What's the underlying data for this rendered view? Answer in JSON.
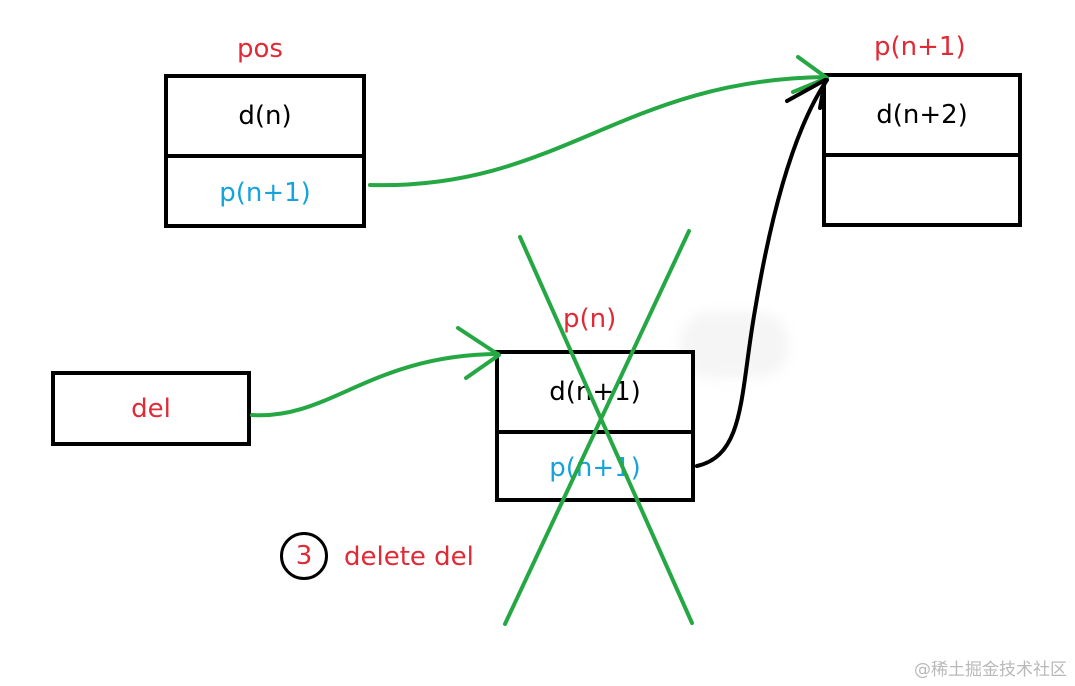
{
  "nodes": {
    "pos": {
      "name": "pos",
      "data": "d(n)",
      "next": "p(n+1)"
    },
    "target": {
      "name": "p(n+1)",
      "data": "d(n+2)",
      "next": ""
    },
    "deleted": {
      "name": "p(n)",
      "data": "d(n+1)",
      "next": "p(n+1)"
    },
    "del": {
      "name": "del"
    }
  },
  "step": {
    "number": "3",
    "text": "delete del"
  },
  "watermark": "@稀土掘金技术社区",
  "colors": {
    "red": "#e02a36",
    "blue": "#16a3dc",
    "green": "#25a844",
    "black": "#000000"
  }
}
